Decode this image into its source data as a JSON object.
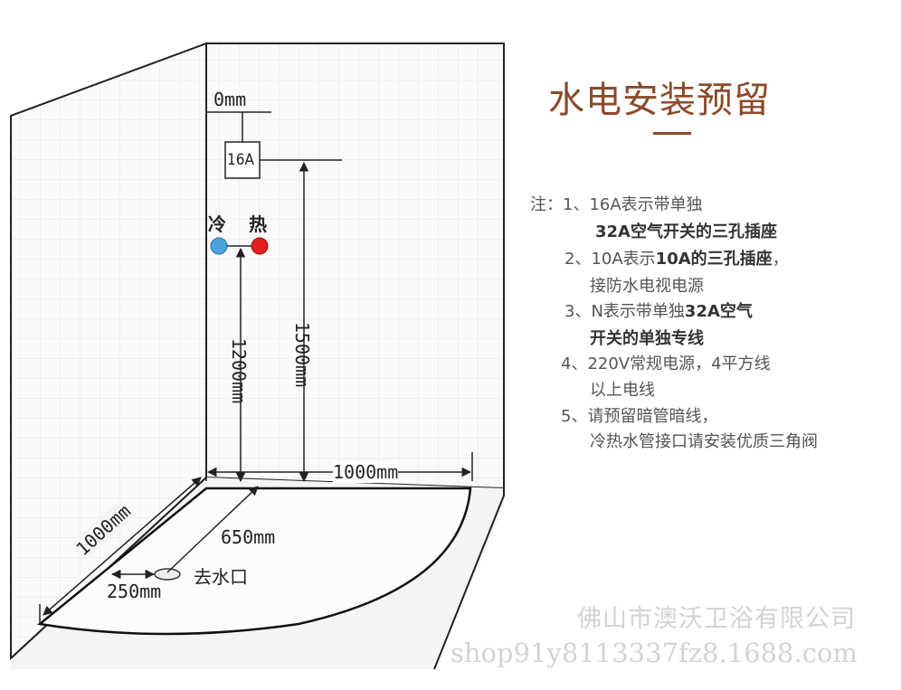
{
  "title": "水电安装预留",
  "notes": [
    {
      "prefix": "注：1、16A表示带单独",
      "bold": ""
    },
    {
      "prefix": "",
      "bold": "32A空气开关的三孔插座"
    },
    {
      "prefix": "2、10A表示",
      "bold": "10A的三孔插座",
      "suffix": "，"
    },
    {
      "prefix": "接防水电视电源",
      "bold": ""
    },
    {
      "prefix": "3、N表示带单独",
      "bold": "32A空气"
    },
    {
      "prefix": "",
      "bold": "开关的单独专线"
    },
    {
      "prefix": "4、220V常规电源，4平方线",
      "bold": ""
    },
    {
      "prefix": "以上电线",
      "bold": ""
    },
    {
      "prefix": "5、请预留暗管暗线，",
      "bold": ""
    },
    {
      "prefix": "冷热水管接口请安装优质三角阀",
      "bold": ""
    }
  ],
  "diagram": {
    "socket_label": "16A",
    "offset_label": "0mm",
    "cold_label": "冷",
    "hot_label": "热",
    "height_water": "1200mm",
    "height_socket": "1500mm",
    "width_back": "1000mm",
    "width_side": "1000mm",
    "drain_distance": "650mm",
    "drain_offset": "250mm",
    "drain_label": "去水口"
  },
  "colors": {
    "title": "#8a4a2a",
    "cold": "#4aa3df",
    "hot": "#e01e1e"
  },
  "watermark": {
    "company": "佛山市澳沃卫浴有限公司",
    "shop": "shop91y8113337fz8.1688.com"
  }
}
